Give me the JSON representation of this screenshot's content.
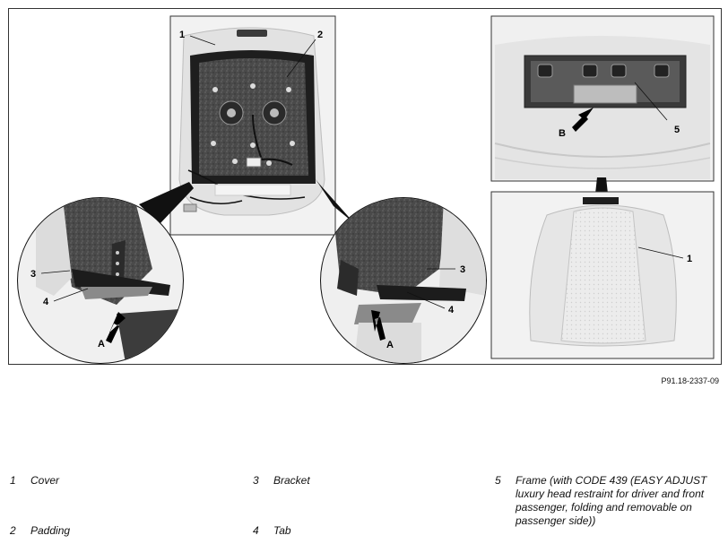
{
  "figure": {
    "code": "P91.18-2337-09",
    "callouts": {
      "main_1": "1",
      "main_2": "2",
      "left_3": "3",
      "left_4": "4",
      "left_A": "A",
      "right_3": "3",
      "right_4": "4",
      "right_A": "A",
      "top_B": "B",
      "top_5": "5",
      "bottom_1": "1"
    }
  },
  "legend": [
    {
      "num": "1",
      "text": "Cover"
    },
    {
      "num": "2",
      "text": "Padding"
    },
    {
      "num": "3",
      "text": "Bracket"
    },
    {
      "num": "4",
      "text": "Tab"
    },
    {
      "num": "5",
      "text": "Frame (with CODE 439 (EASY ADJUST luxury head restraint for driver and front passenger, folding and removable on passenger side))"
    }
  ]
}
